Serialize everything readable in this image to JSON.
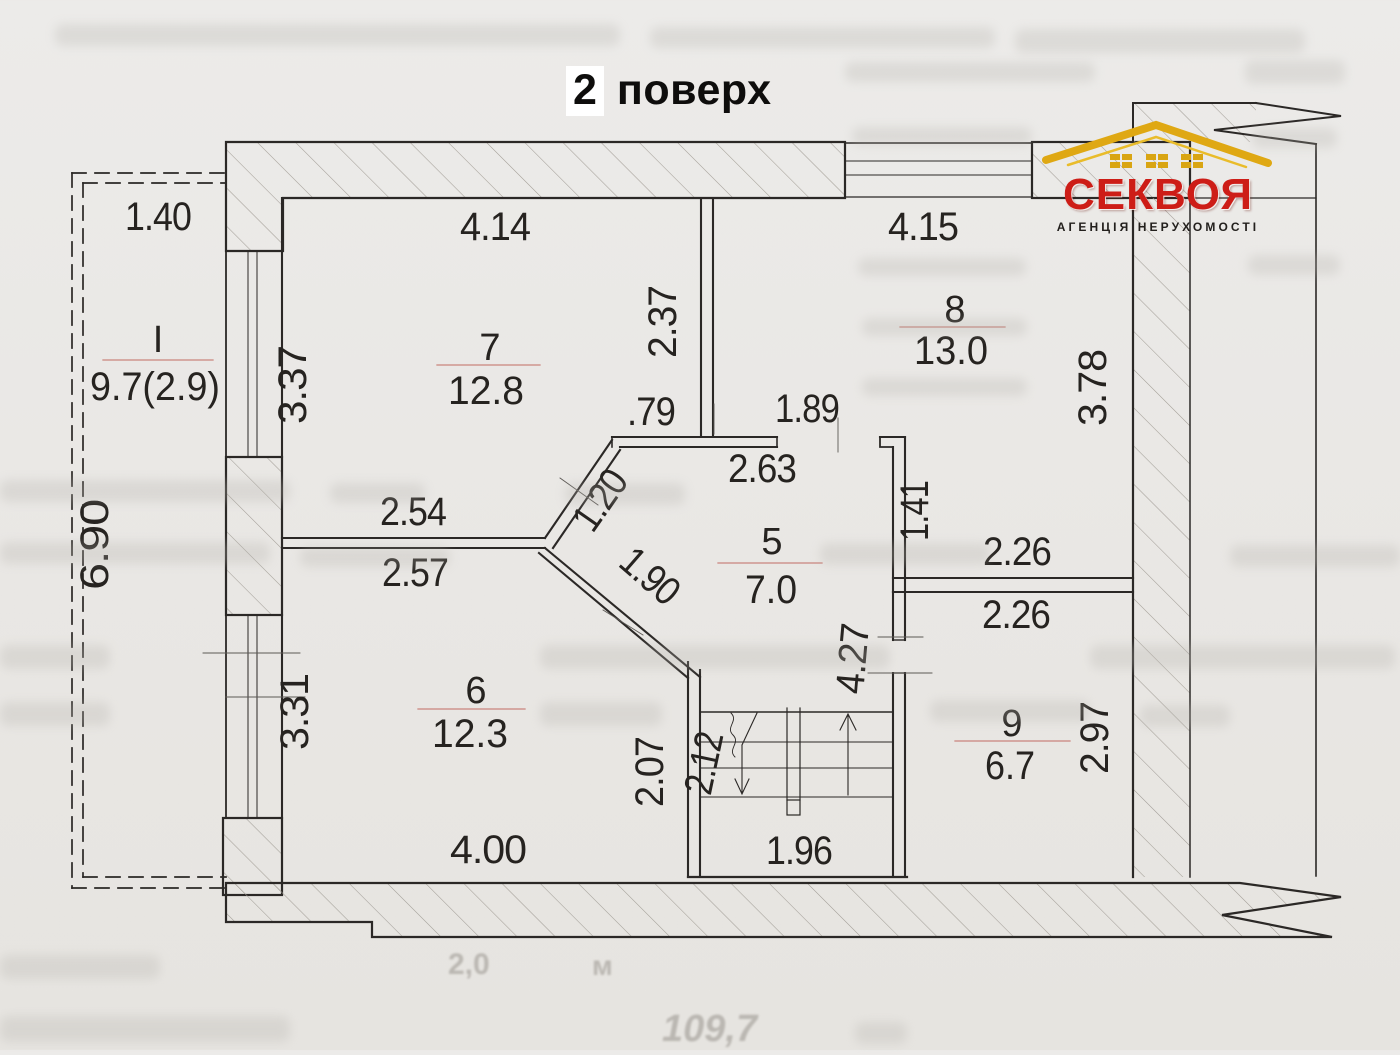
{
  "title": {
    "number": "2",
    "word": "поверх"
  },
  "logo": {
    "brand": "СЕКВОЯ",
    "subtitle": "АГЕНЦІЯ НЕРУХОМОСТІ"
  },
  "colors": {
    "paper": "#e9e7e4",
    "ink": "#2b2826",
    "hatch": "#a39e97",
    "room_underline_red": "#c4736b",
    "brand_red": "#cd1d17",
    "brand_gold": "#dfa813"
  },
  "rooms": {
    "balcony": {
      "num": "I",
      "area": "9.7(2.9)"
    },
    "r5": {
      "num": "5",
      "area": "7.0"
    },
    "r6": {
      "num": "6",
      "area": "12.3"
    },
    "r7": {
      "num": "7",
      "area": "12.8"
    },
    "r8": {
      "num": "8",
      "area": "13.0"
    },
    "r9": {
      "num": "9",
      "area": "6.7"
    }
  },
  "dims": {
    "balcony_depth": "1.40",
    "balcony_length": "6.90",
    "r7_window": "3.37",
    "r7_top": "4.14",
    "r78_wall": "2.37",
    "wall_jog": ".79",
    "r8_top": "4.15",
    "r8_bottom": "1.89",
    "right_wall": "3.78",
    "r5_top": "2.63",
    "r5_right": "1.41",
    "diag_upper": "1.20",
    "hall_wall_a": "2.54",
    "hall_wall_b": "2.57",
    "diag_lower": "1.90",
    "corridor_w": "2.26",
    "r9_w": "2.26",
    "r6_window": "3.31",
    "corridor_len": "4.27",
    "stair_wall": "2.07",
    "stair_run": "2.12",
    "r9_h": "2.97",
    "r6_bottom": "4.00",
    "stair_w": "1.96"
  },
  "ghost": {
    "height": "2,0",
    "unit": "м",
    "total": "109,7"
  }
}
